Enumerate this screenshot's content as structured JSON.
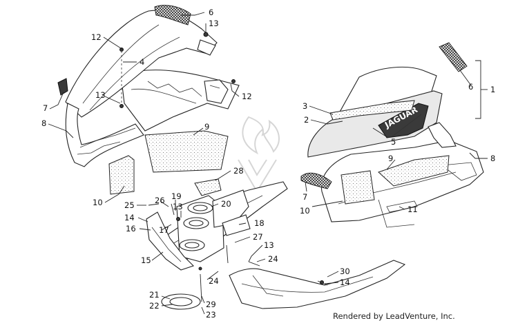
{
  "callouts": [
    {
      "id": "c6a",
      "text": "6"
    },
    {
      "id": "c13a",
      "text": "13"
    },
    {
      "id": "c12a",
      "text": "12"
    },
    {
      "id": "c4",
      "text": "4"
    },
    {
      "id": "c13b",
      "text": "13"
    },
    {
      "id": "c12b",
      "text": "12"
    },
    {
      "id": "c7a",
      "text": "7"
    },
    {
      "id": "c8a",
      "text": "8"
    },
    {
      "id": "c9a",
      "text": "9"
    },
    {
      "id": "c10a",
      "text": "10"
    },
    {
      "id": "c28",
      "text": "28"
    },
    {
      "id": "c25",
      "text": "25"
    },
    {
      "id": "c26",
      "text": "26"
    },
    {
      "id": "c19",
      "text": "19"
    },
    {
      "id": "c13c",
      "text": "13"
    },
    {
      "id": "c20",
      "text": "20"
    },
    {
      "id": "c14a",
      "text": "14"
    },
    {
      "id": "c16",
      "text": "16"
    },
    {
      "id": "c17",
      "text": "17"
    },
    {
      "id": "c18",
      "text": "18"
    },
    {
      "id": "c27",
      "text": "27"
    },
    {
      "id": "c15",
      "text": "15"
    },
    {
      "id": "c13d",
      "text": "13"
    },
    {
      "id": "c24a",
      "text": "24"
    },
    {
      "id": "c24b",
      "text": "24"
    },
    {
      "id": "c21",
      "text": "21"
    },
    {
      "id": "c22",
      "text": "22"
    },
    {
      "id": "c29",
      "text": "29"
    },
    {
      "id": "c23",
      "text": "23"
    },
    {
      "id": "c30",
      "text": "30"
    },
    {
      "id": "c14b",
      "text": "14"
    },
    {
      "id": "c6b",
      "text": "6"
    },
    {
      "id": "c1",
      "text": "1"
    },
    {
      "id": "c3",
      "text": "3"
    },
    {
      "id": "c2",
      "text": "2"
    },
    {
      "id": "c5",
      "text": "5"
    },
    {
      "id": "c7b",
      "text": "7"
    },
    {
      "id": "c9b",
      "text": "9"
    },
    {
      "id": "c8b",
      "text": "8"
    },
    {
      "id": "c10b",
      "text": "10"
    },
    {
      "id": "c11",
      "text": "11"
    }
  ],
  "decal_text": "JAGUAR",
  "credit": "Rendered by LeadVenture, Inc.",
  "colors": {
    "ink": "#222222",
    "background": "#ffffff",
    "watermark": "#d6d6d6"
  }
}
